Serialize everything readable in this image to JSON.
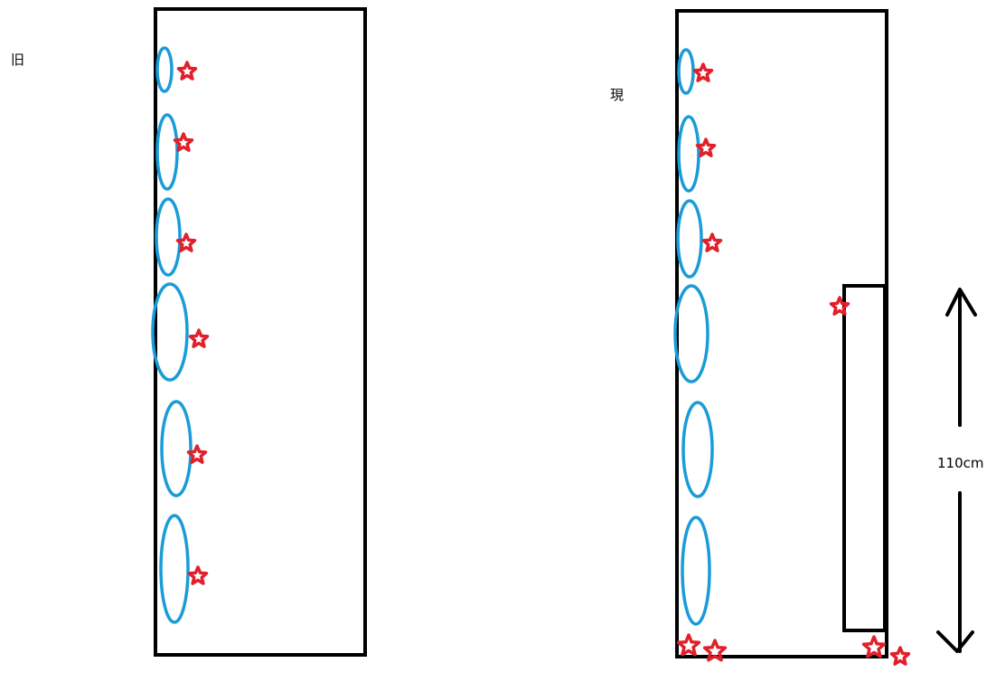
{
  "labels": {
    "old": "旧",
    "current": "現",
    "measurement": "110cm"
  },
  "colors": {
    "outline": "#000000",
    "ellipse": "#1a9cd8",
    "star": "#e0202a",
    "background": "#ffffff"
  },
  "icons": {
    "marker": "star-icon",
    "item": "ellipse-outline",
    "arrow": "double-headed-arrow"
  }
}
